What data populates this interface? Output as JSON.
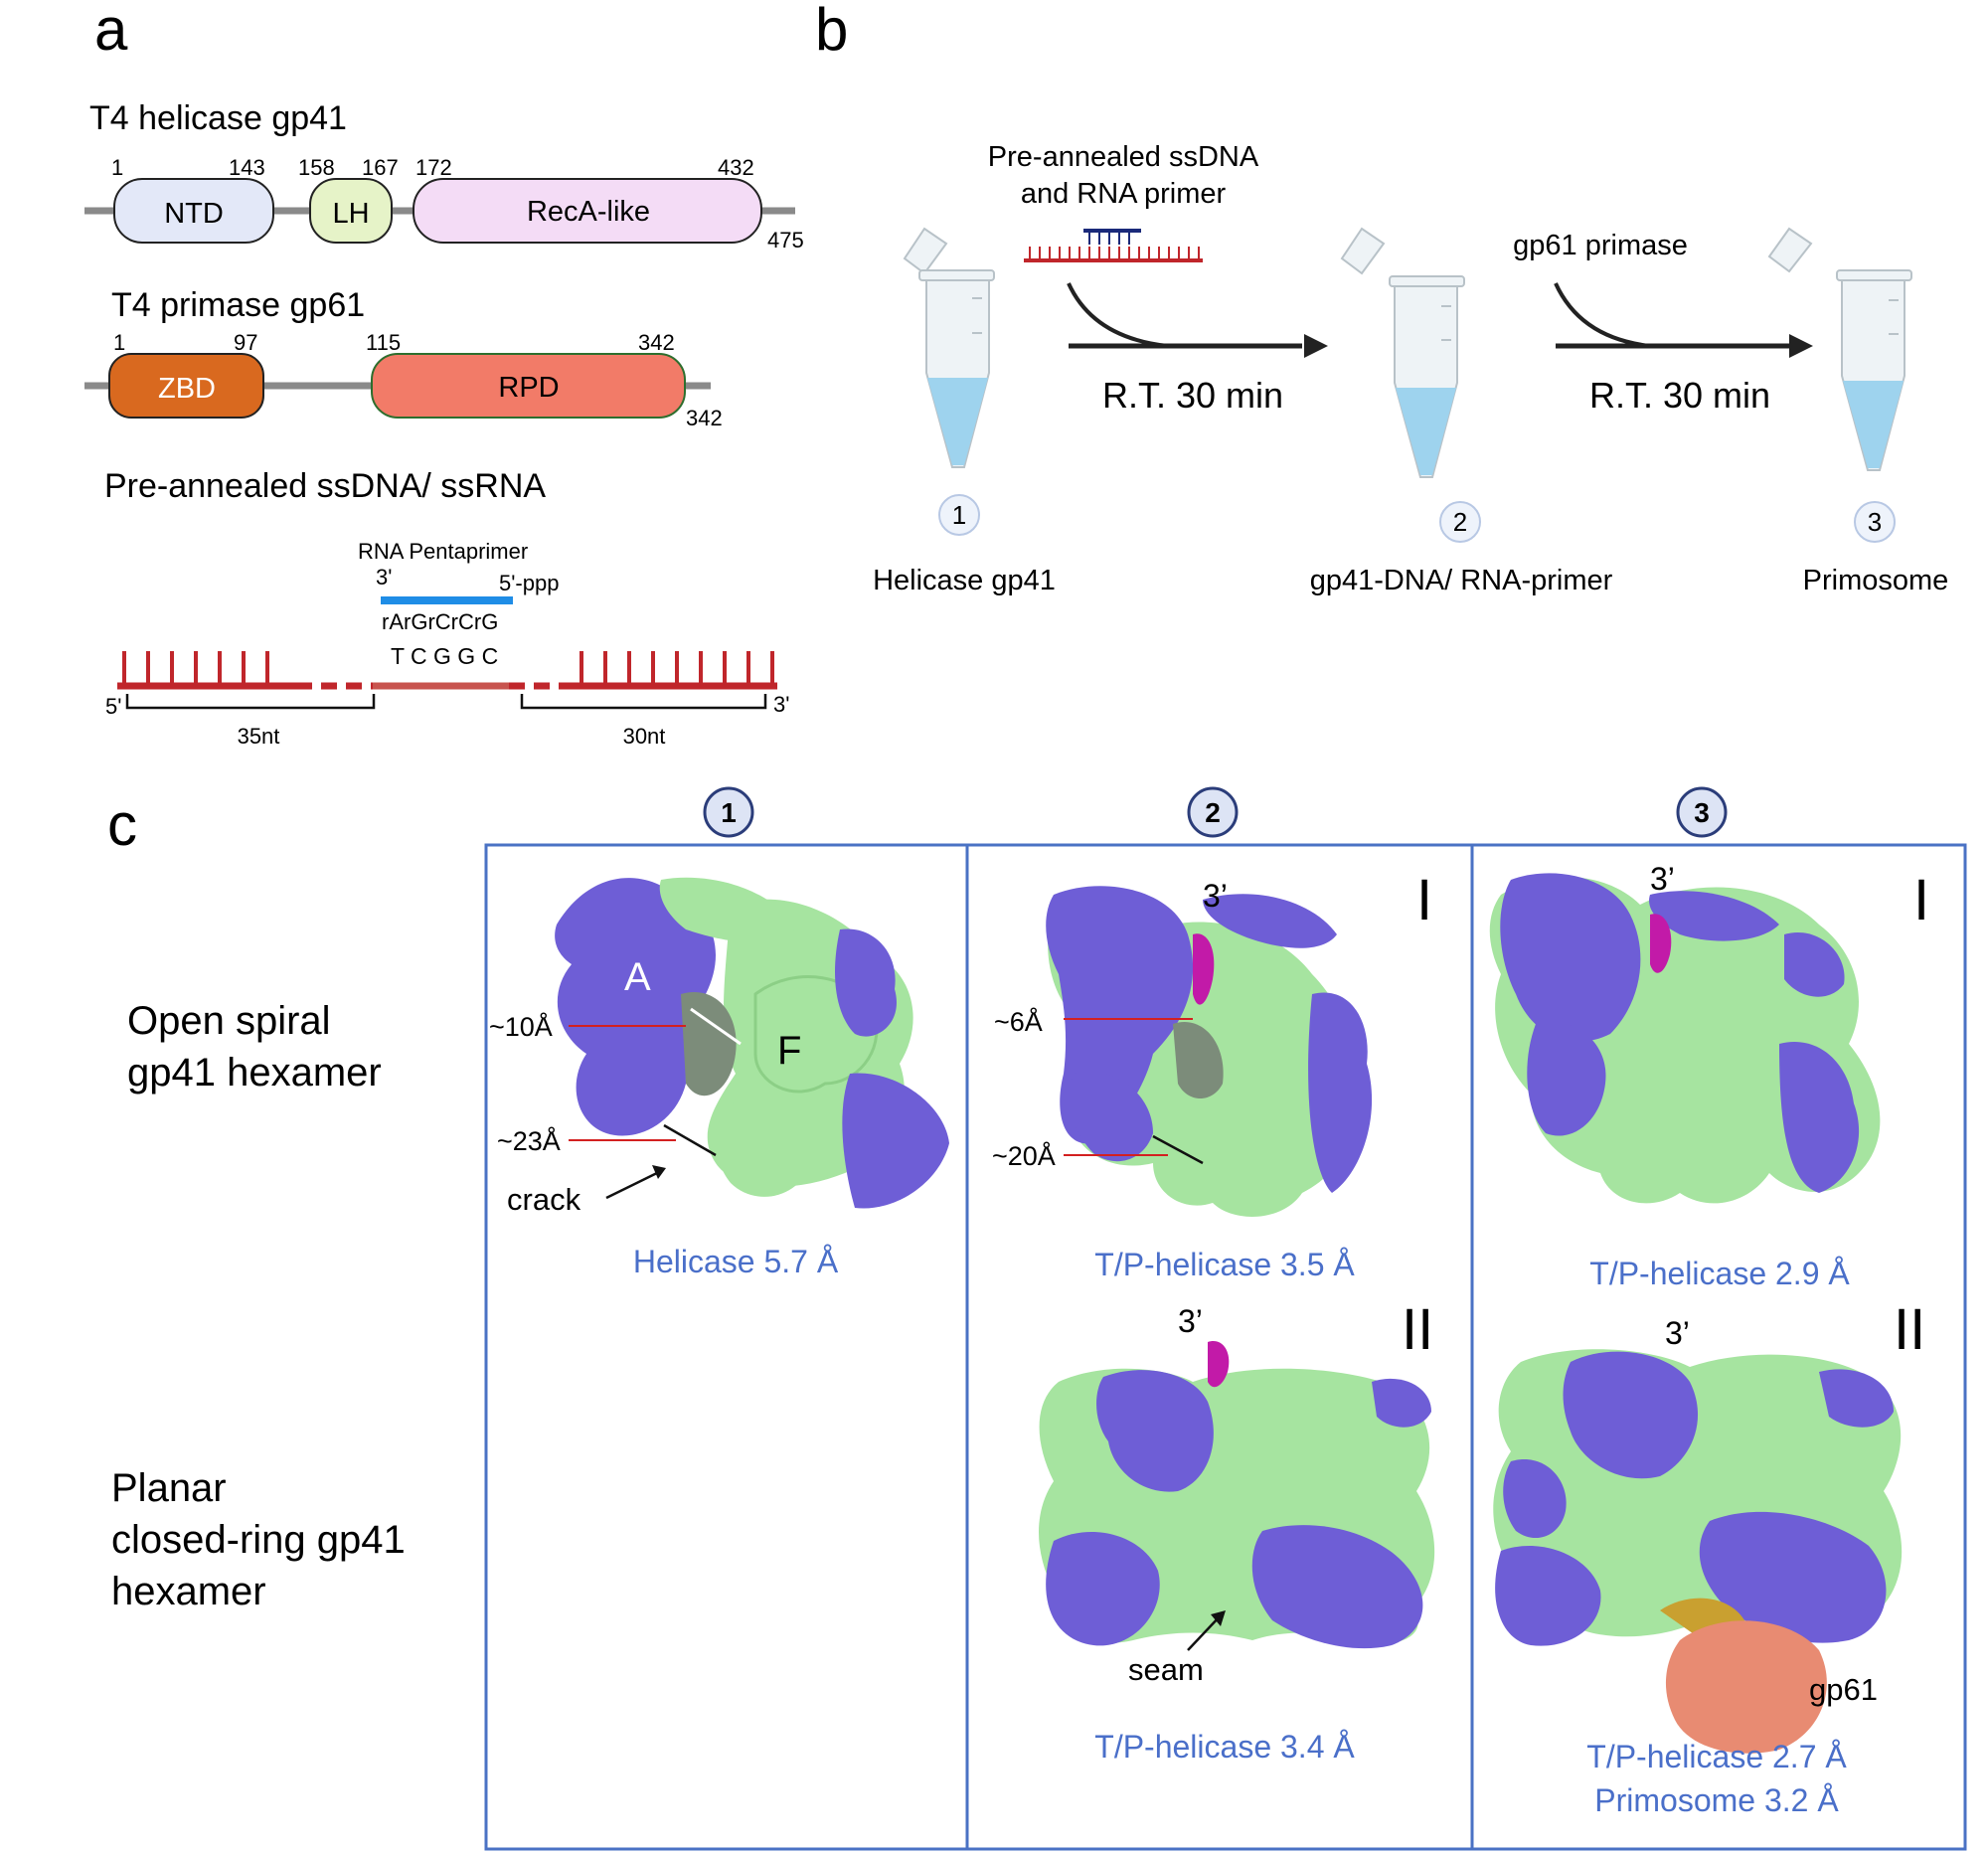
{
  "panel_a": {
    "letter": "a",
    "helicase": {
      "title": "T4 helicase gp41",
      "numbers": [
        "1",
        "143",
        "158",
        "167",
        "172",
        "432",
        "475"
      ],
      "domains": [
        "NTD",
        "LH",
        "RecA-like"
      ]
    },
    "primase": {
      "title": "T4 primase gp61",
      "numbers": [
        "1",
        "97",
        "115",
        "342",
        "342"
      ],
      "domains": [
        "ZBD",
        "RPD"
      ]
    },
    "substrate": {
      "title": "Pre-annealed ssDNA/ ssRNA",
      "primer_label": "RNA Pentaprimer",
      "primer_3": "3'",
      "primer_5": "5'-ppp",
      "rna_seq": "rArGrCrCrG",
      "dna_seq": "T C G G C",
      "end_5": "5'",
      "end_3": "3'",
      "len_left": "35nt",
      "len_right": "30nt"
    }
  },
  "panel_b": {
    "letter": "b",
    "dna_label_line1": "Pre-annealed ssDNA",
    "dna_label_line2": "and RNA primer",
    "primase_label": "gp61 primase",
    "step_time_1": "R.T. 30 min",
    "step_time_2": "R.T. 30 min",
    "tubes": [
      {
        "number": "1",
        "label": "Helicase gp41"
      },
      {
        "number": "2",
        "label": "gp41-DNA/ RNA-primer"
      },
      {
        "number": "3",
        "label": "Primosome"
      }
    ]
  },
  "panel_c": {
    "letter": "c",
    "row_labels": {
      "open_line1": "Open spiral",
      "open_line2": "gp41 hexamer",
      "planar_line1": "Planar",
      "planar_line2": "closed-ring gp41",
      "planar_line3": "hexamer"
    },
    "column_numbers": [
      "1",
      "2",
      "3"
    ],
    "roman": {
      "one": "I",
      "two": "II"
    },
    "annotations": {
      "subunit_a": "A",
      "subunit_f": "F",
      "d10": "~10Å",
      "d23": "~23Å",
      "crack": "crack",
      "d6": "~6Å",
      "d20": "~20Å",
      "prime3": "3’",
      "seam": "seam",
      "gp61": "gp61"
    },
    "captions": {
      "c1": "Helicase 5.7 Å",
      "c2_top": "T/P-helicase 3.5 Å",
      "c2_bottom": "T/P-helicase 3.4 Å",
      "c3_top": "T/P-helicase 2.9 Å",
      "c3_bottom_1": "T/P-helicase 2.7 Å",
      "c3_bottom_2": "Primosome 3.2 Å"
    }
  },
  "colors": {
    "purple": "#6e5ed6",
    "green": "#a6e4a0",
    "magenta": "#c21aa8",
    "salmon": "#e88b72",
    "blue_box": "#4a72c4",
    "caption_blue": "#4a6fc9",
    "dna_red": "#c0262b",
    "rna_blue": "#1f8de6"
  }
}
